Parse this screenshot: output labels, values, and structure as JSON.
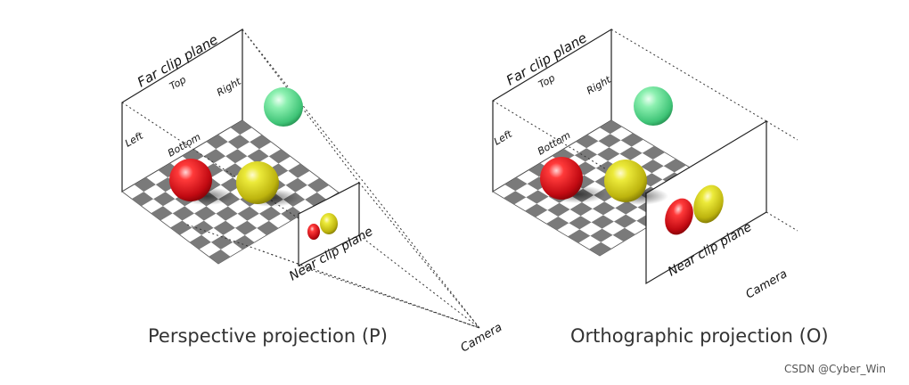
{
  "perspective": {
    "far_plane": "Far clip plane",
    "top": "Top",
    "right": "Right",
    "left": "Left",
    "bottom": "Bottom",
    "near_plane": "Near clip plane",
    "camera": "Camera",
    "caption": "Perspective projection (P)"
  },
  "orthographic": {
    "far_plane": "Far clip plane",
    "top": "Top",
    "right": "Right",
    "left": "Left",
    "bottom": "Bottom",
    "near_plane": "Near clip plane",
    "camera": "Camera",
    "caption": "Orthographic projection (O)"
  },
  "colors": {
    "red_sphere": "#e8141c",
    "yellow_sphere": "#d9d21a",
    "green_sphere": "#5fd88a",
    "checker_dark": "#7a7a7a",
    "checker_light": "#ffffff"
  },
  "watermark": "CSDN @Cyber_Win"
}
